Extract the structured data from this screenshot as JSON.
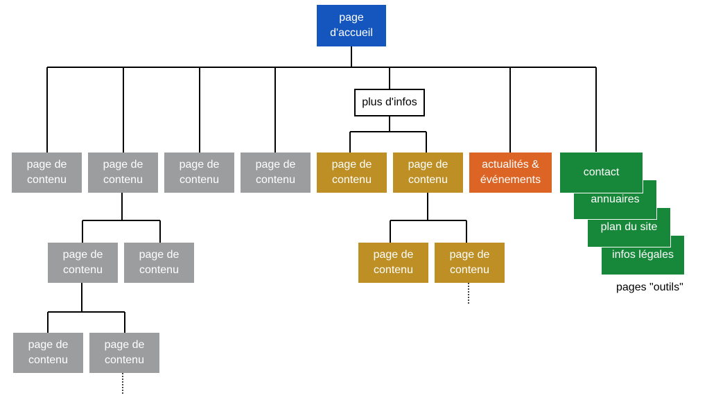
{
  "home": "page\nd'accueil",
  "plus": "plus d'infos",
  "content_page": "page de\ncontenu",
  "news": "actualités &\névénements",
  "tools": [
    "contact",
    "annuaires",
    "plan du site",
    "infos légales"
  ],
  "tools_caption": "pages \"outils\"",
  "colors": {
    "home": "#1456bd",
    "content_gray": "#9b9d9e",
    "content_gold": "#bd8f24",
    "news": "#dc6425",
    "tools": "#17883a"
  }
}
